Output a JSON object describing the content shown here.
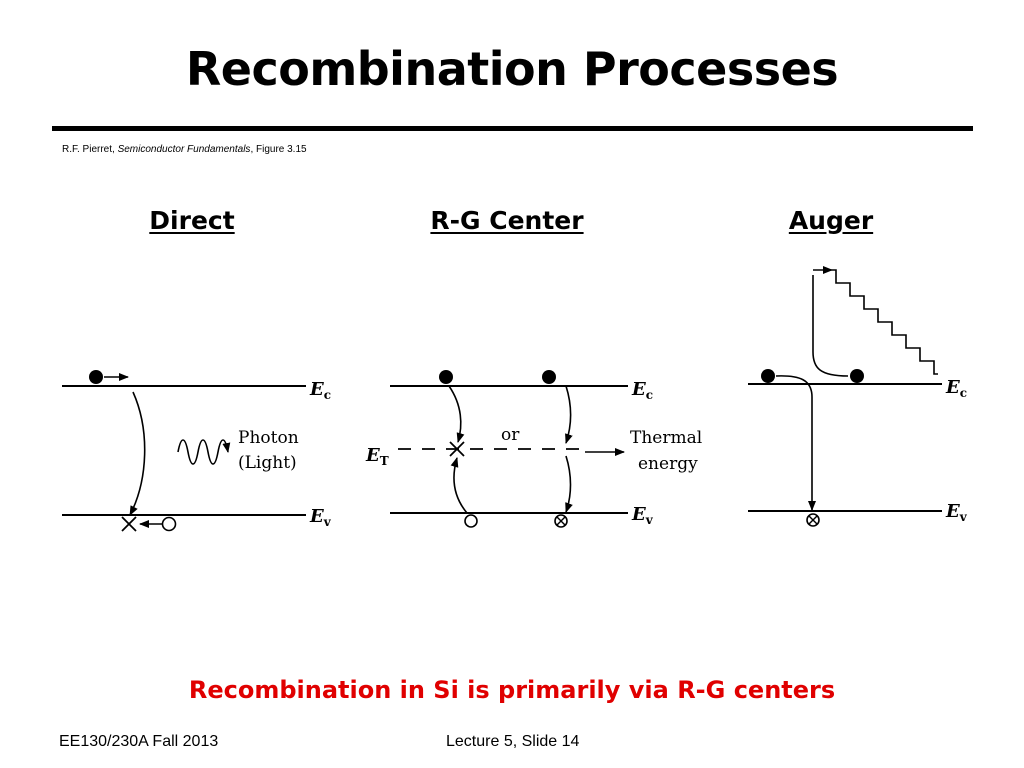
{
  "slide": {
    "title": "Recombination Processes",
    "citation": {
      "author": "R.F. Pierret, ",
      "book": "Semiconductor Fundamentals",
      "figure": ", Figure 3.15"
    },
    "panels": [
      {
        "heading": "Direct"
      },
      {
        "heading": "R-G Center"
      },
      {
        "heading": "Auger"
      }
    ],
    "figure_labels": {
      "ec": "E",
      "ec_sub": "c",
      "ev": "E",
      "ev_sub": "v",
      "et": "E",
      "et_sub": "T",
      "photon": "Photon",
      "light": "(Light)",
      "or": "or",
      "thermal": "Thermal",
      "energy": "energy"
    },
    "note": "Recombination in Si is primarily via R-G centers",
    "note_color": "#e00000",
    "footer_left": "EE130/230A Fall 2013",
    "footer_center": "Lecture 5, Slide 14"
  }
}
